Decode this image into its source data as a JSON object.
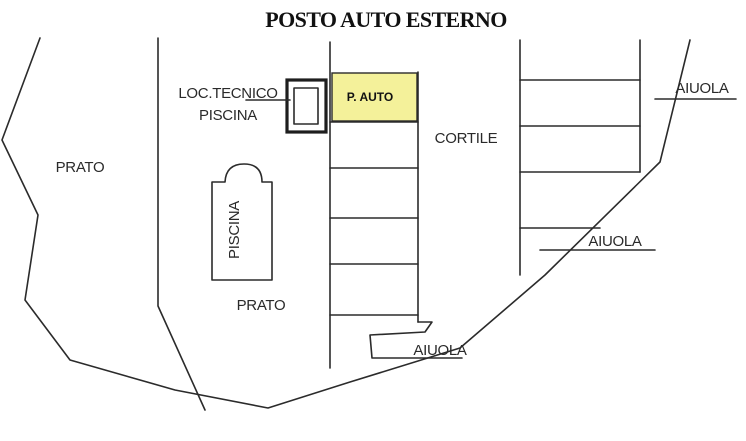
{
  "title": "POSTO AUTO ESTERNO",
  "labels": {
    "prato_left": "PRATO",
    "prato_center": "PRATO",
    "loc_tecnico_line1": "LOC.TECNICO",
    "loc_tecnico_line2": "PISCINA",
    "piscina": "PISCINA",
    "cortile": "CORTILE",
    "aiuola_top": "AIUOLA",
    "aiuola_mid": "AIUOLA",
    "aiuola_bottom": "AIUOLA",
    "parking_space": "P. AUTO"
  },
  "colors": {
    "parking_fill": "#f4f19a",
    "ink": "#2b2b2b"
  }
}
